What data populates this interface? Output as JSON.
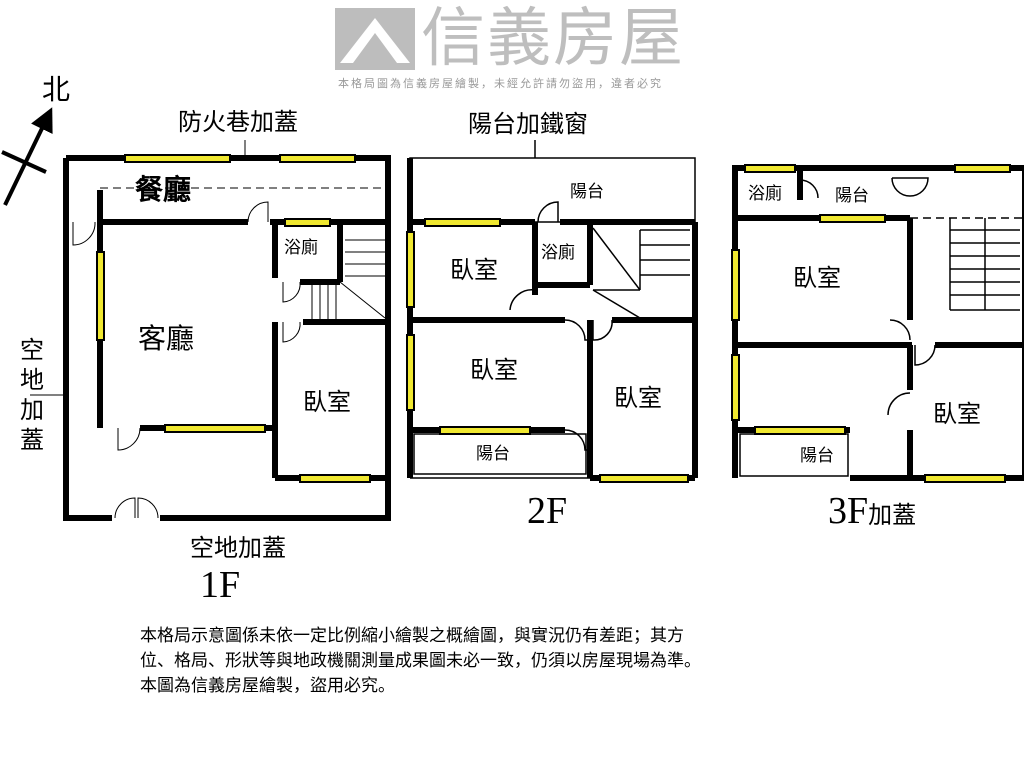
{
  "compass": {
    "north": "北"
  },
  "floor1": {
    "label": "1F",
    "top_label": "防火巷加蓋",
    "left_label": [
      "空",
      "地",
      "加",
      "蓋"
    ],
    "bottom_label": "空地加蓋",
    "rooms": {
      "dining": "餐廳",
      "living": "客廳",
      "bath": "浴廁",
      "bedroom": "臥室"
    }
  },
  "floor2": {
    "label": "2F",
    "top_label": "陽台加鐵窗",
    "rooms": {
      "balcony_top": "陽台",
      "bedroom1": "臥室",
      "bath": "浴廁",
      "bedroom2": "臥室",
      "bedroom3": "臥室",
      "balcony_bottom": "陽台"
    }
  },
  "floor3": {
    "label": "3F",
    "suffix": "加蓋",
    "rooms": {
      "bath": "浴廁",
      "balcony_top": "陽台",
      "bedroom1": "臥室",
      "bedroom2": "臥室",
      "balcony_bottom": "陽台"
    }
  },
  "watermark": {
    "brand": "信義房屋",
    "notice": "本格局圖為信義房屋繪製，未經允許請勿盜用，違者必究"
  },
  "disclaimer": [
    "本格局示意圖係未依一定比例縮小繪製之概繪圖，與實況仍有差距；其方",
    "位、格局、形狀等與地政機關測量成果圖未必一致，仍須以房屋現場為準。",
    "本圖為信義房屋繪製，盜用必究。"
  ],
  "colors": {
    "window": "#f0e830",
    "wall": "#000000",
    "watermark": "#8a8a8a"
  }
}
